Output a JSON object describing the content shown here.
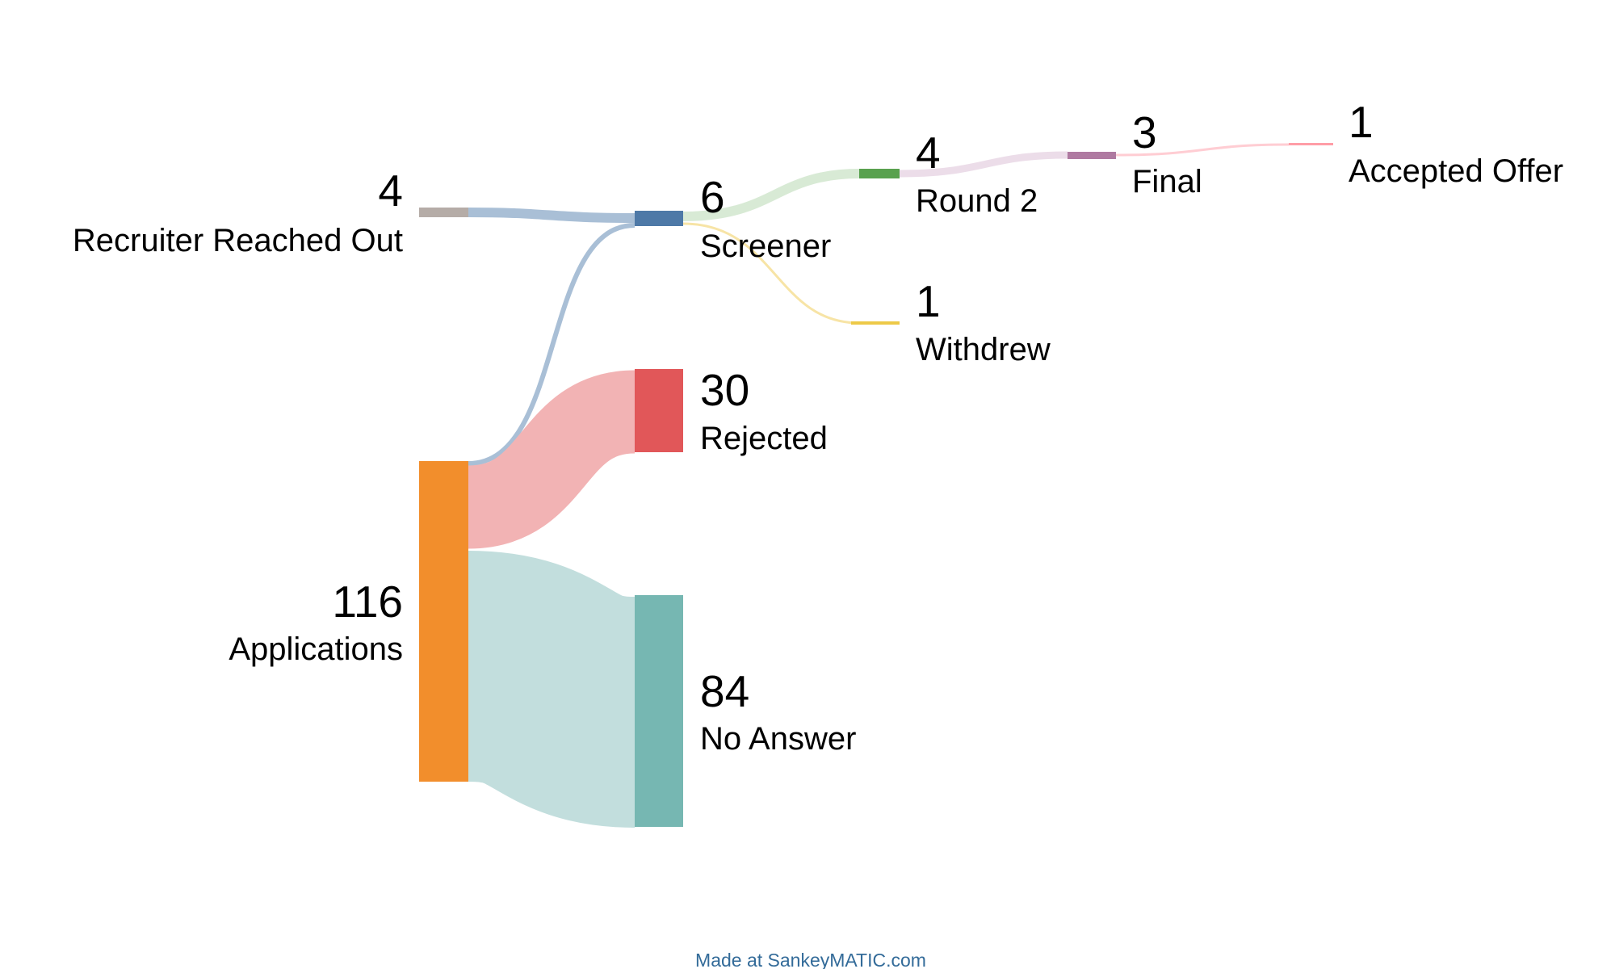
{
  "diagram": {
    "type": "sankey",
    "nodes": [
      {
        "id": "recruiter",
        "label": "Recruiter Reached Out",
        "value": "4",
        "color": "#b5aca7"
      },
      {
        "id": "applications",
        "label": "Applications",
        "value": "116",
        "color": "#f28e2c"
      },
      {
        "id": "screener",
        "label": "Screener",
        "value": "6",
        "color": "#4e79a7"
      },
      {
        "id": "rejected",
        "label": "Rejected",
        "value": "30",
        "color": "#e15759"
      },
      {
        "id": "no_answer",
        "label": "No Answer",
        "value": "84",
        "color": "#76b7b2"
      },
      {
        "id": "round2",
        "label": "Round 2",
        "value": "4",
        "color": "#59a14f"
      },
      {
        "id": "withdrew",
        "label": "Withdrew",
        "value": "1",
        "color": "#edc948"
      },
      {
        "id": "final",
        "label": "Final",
        "value": "3",
        "color": "#af7aa1"
      },
      {
        "id": "accepted",
        "label": "Accepted Offer",
        "value": "1",
        "color": "#ff9da7"
      }
    ],
    "flows": [
      {
        "from": "recruiter",
        "to": "screener",
        "amount": 4,
        "color": "#a9bfd6"
      },
      {
        "from": "applications",
        "to": "screener",
        "amount": 2,
        "color": "#a9bfd6"
      },
      {
        "from": "applications",
        "to": "rejected",
        "amount": 30,
        "color": "#f2b3b4"
      },
      {
        "from": "applications",
        "to": "no_answer",
        "amount": 84,
        "color": "#c2dedd"
      },
      {
        "from": "screener",
        "to": "round2",
        "amount": 4,
        "color": "#d8ead5"
      },
      {
        "from": "screener",
        "to": "withdrew",
        "amount": 1,
        "color": "#f7e4a6"
      },
      {
        "from": "round2",
        "to": "final",
        "amount": 3,
        "color": "#ecdde9"
      },
      {
        "from": "final",
        "to": "accepted",
        "amount": 1,
        "color": "#ffcdd3"
      }
    ]
  },
  "footer": {
    "credit": "Made at SankeyMATIC.com"
  }
}
